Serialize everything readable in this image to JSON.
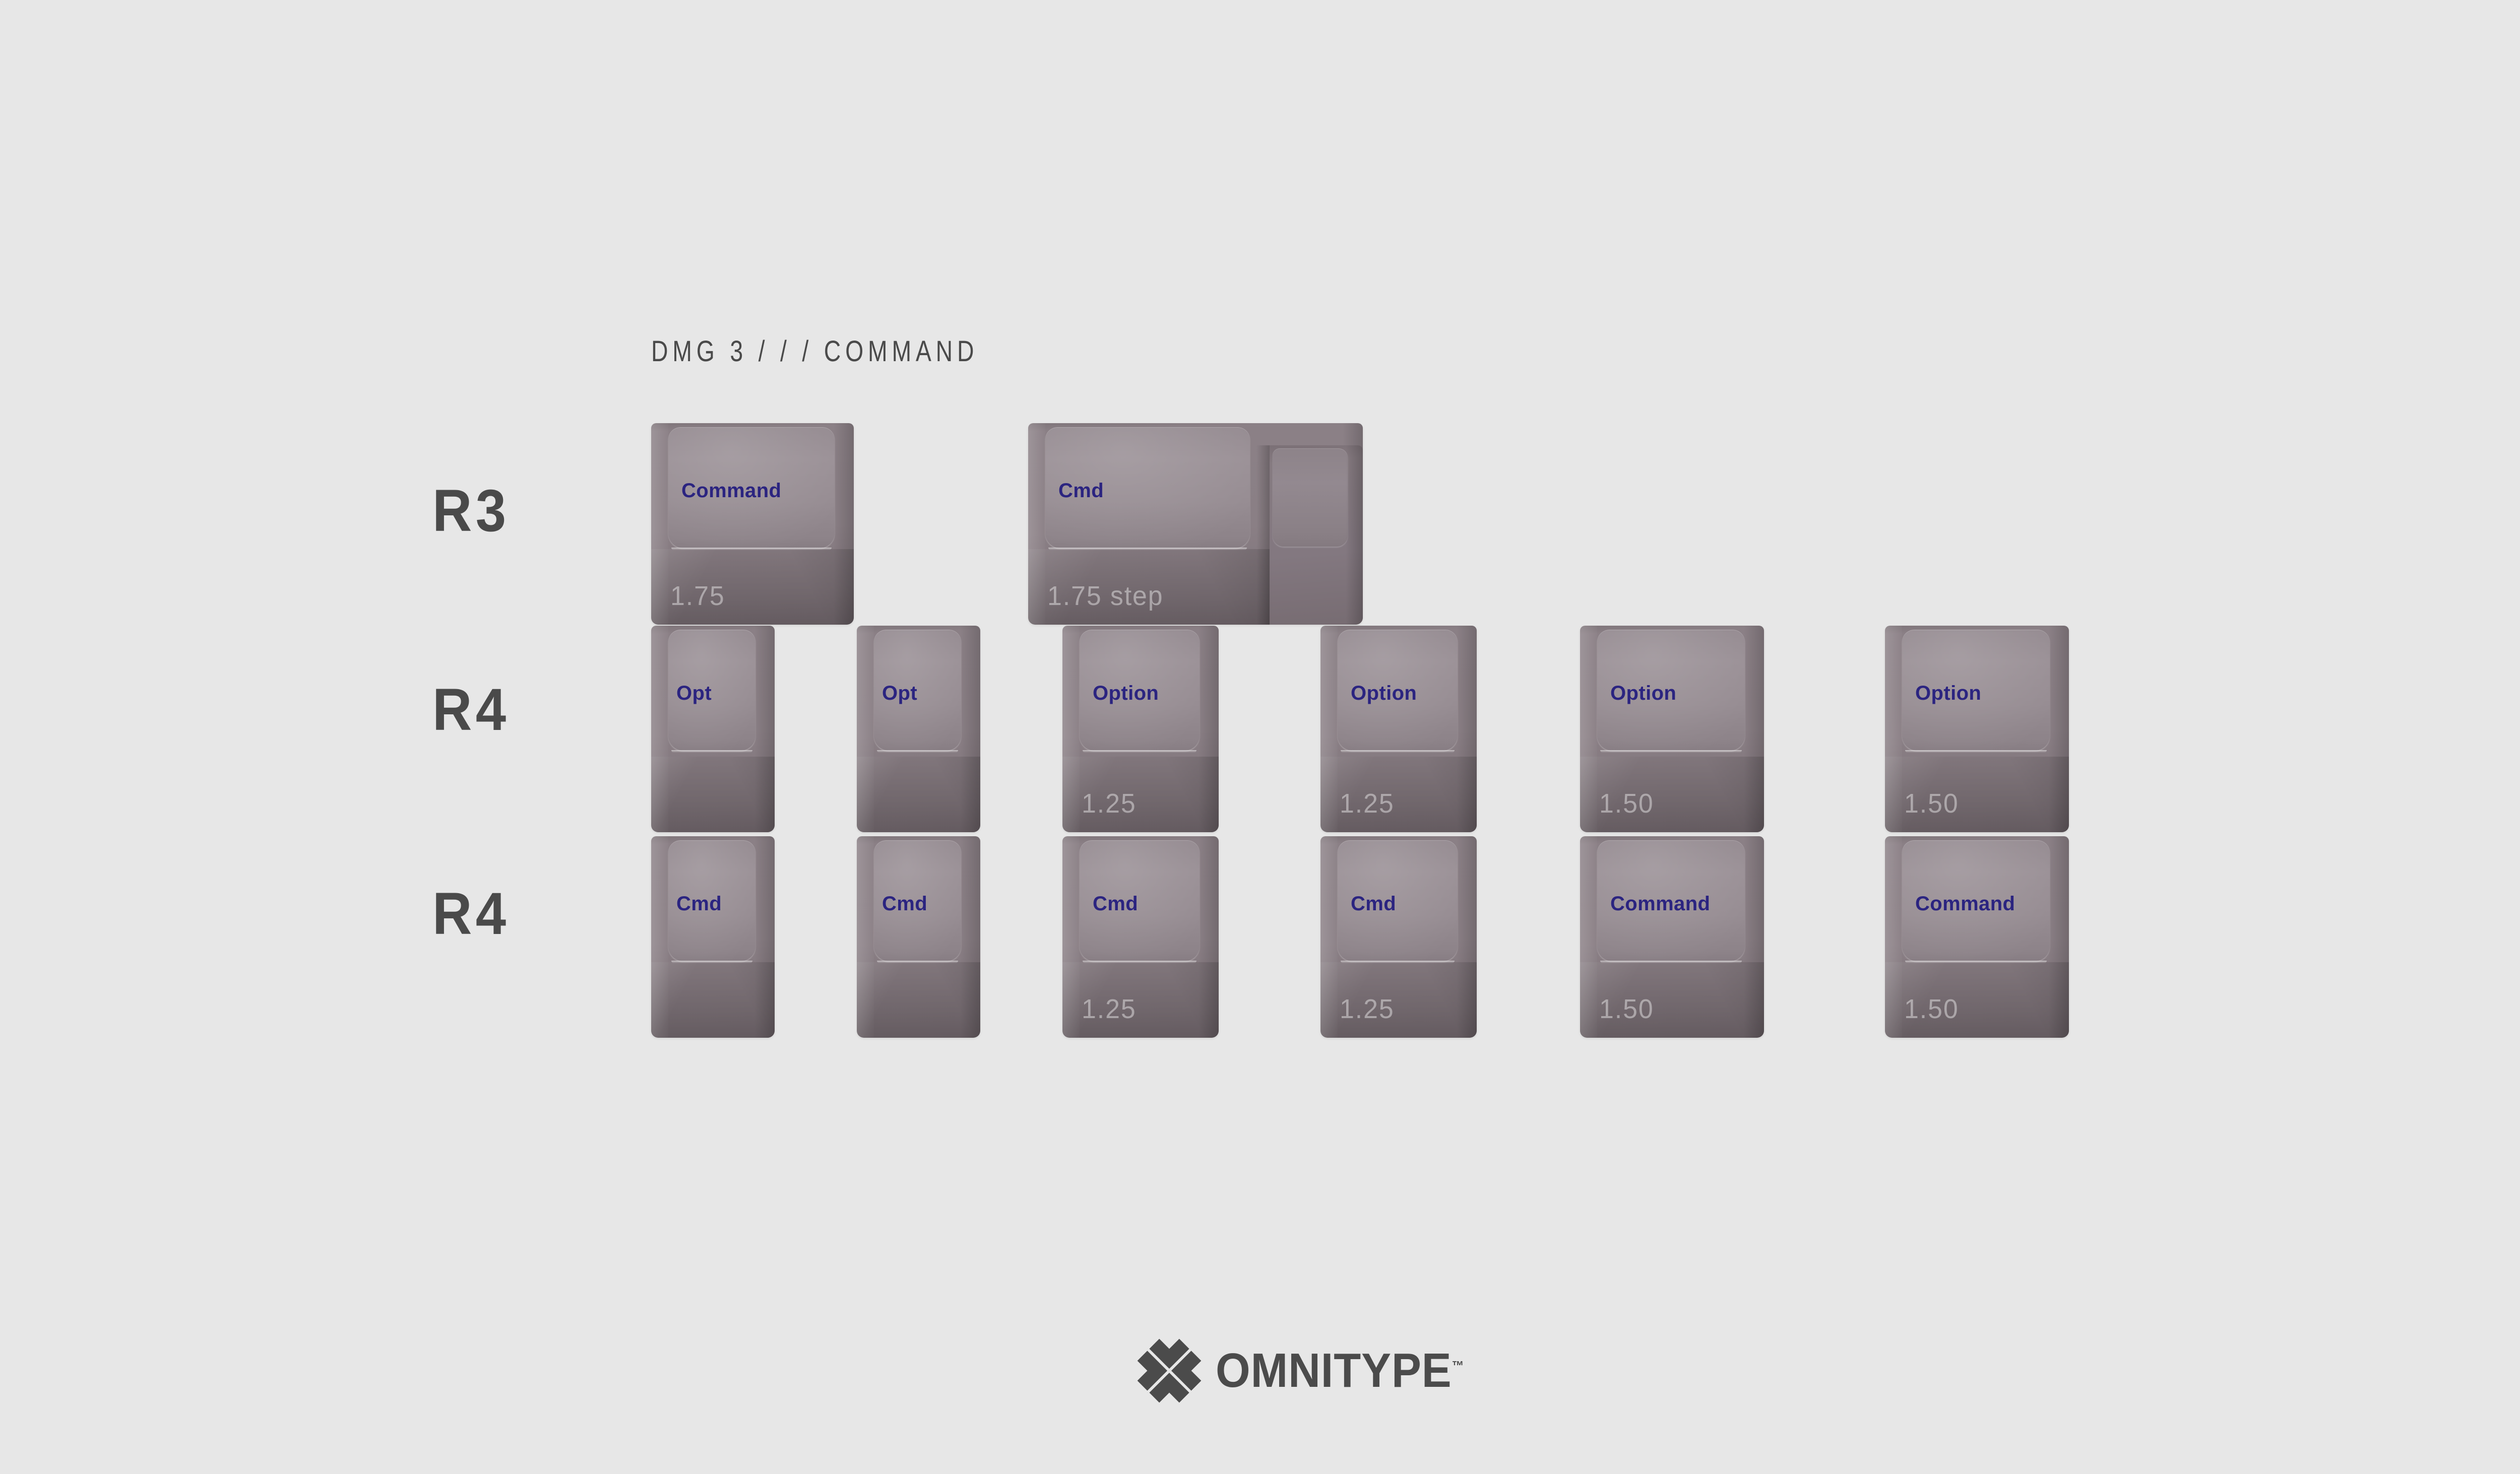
{
  "page": {
    "background_color": "#e7e7e7",
    "title": "DMG 3 / / / COMMAND",
    "title_color": "#4a4a4a",
    "legend_color": "#2b2480",
    "keycap_color": "#8a8086",
    "size_label_color": "#ffffff6b"
  },
  "rows": [
    {
      "label": "R3"
    },
    {
      "label": "R4"
    },
    {
      "label": "R4"
    }
  ],
  "keys": {
    "r3": [
      {
        "legend": "Command",
        "size": "1.75",
        "units": 1.75,
        "stepped": false
      },
      {
        "legend": "Cmd",
        "size": "1.75 step",
        "units": 1.75,
        "stepped": true
      }
    ],
    "r4_option": [
      {
        "legend": "Opt",
        "size": "",
        "units": 1.0,
        "stepped": false
      },
      {
        "legend": "Opt",
        "size": "",
        "units": 1.0,
        "stepped": false
      },
      {
        "legend": "Option",
        "size": "1.25",
        "units": 1.25,
        "stepped": false
      },
      {
        "legend": "Option",
        "size": "1.25",
        "units": 1.25,
        "stepped": false
      },
      {
        "legend": "Option",
        "size": "1.50",
        "units": 1.5,
        "stepped": false
      },
      {
        "legend": "Option",
        "size": "1.50",
        "units": 1.5,
        "stepped": false
      }
    ],
    "r4_command": [
      {
        "legend": "Cmd",
        "size": "",
        "units": 1.0,
        "stepped": false
      },
      {
        "legend": "Cmd",
        "size": "",
        "units": 1.0,
        "stepped": false
      },
      {
        "legend": "Cmd",
        "size": "1.25",
        "units": 1.25,
        "stepped": false
      },
      {
        "legend": "Cmd",
        "size": "1.25",
        "units": 1.25,
        "stepped": false
      },
      {
        "legend": "Command",
        "size": "1.50",
        "units": 1.5,
        "stepped": false
      },
      {
        "legend": "Command",
        "size": "1.50",
        "units": 1.5,
        "stepped": false
      }
    ]
  },
  "footer": {
    "brand_name": "OMNITYPE",
    "trademark": "™",
    "logo_color": "#4b4b4b"
  }
}
